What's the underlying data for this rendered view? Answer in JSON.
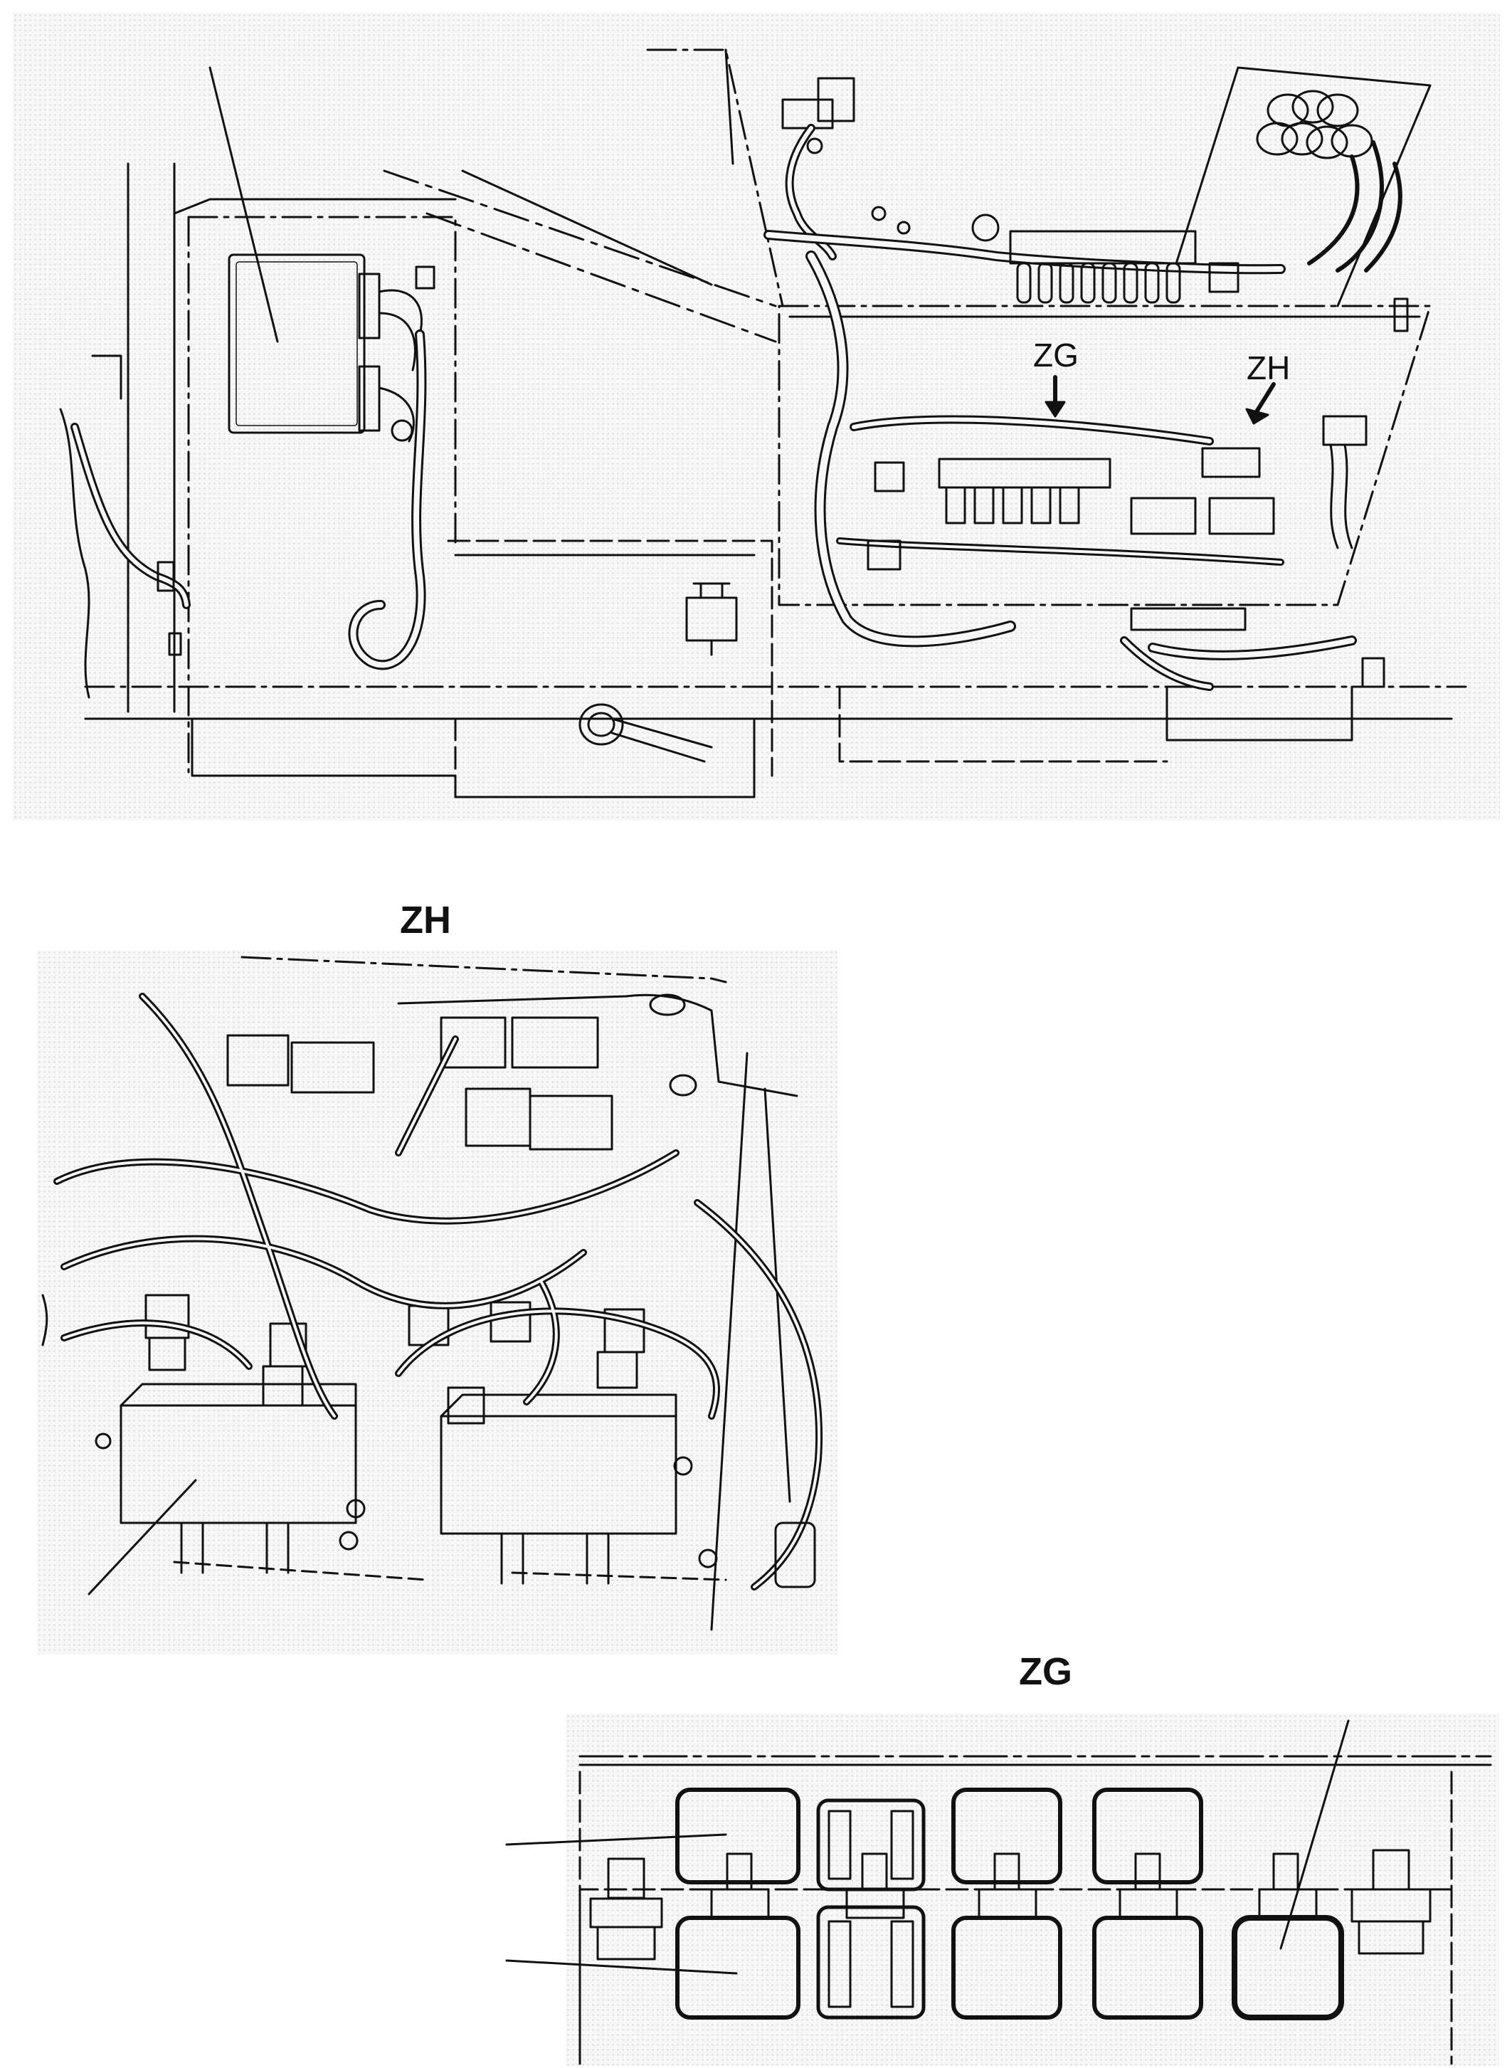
{
  "main_view": {
    "arrow_label_zg": "ZG",
    "arrow_label_zh": "ZH"
  },
  "detail_zh": {
    "title": "ZH"
  },
  "detail_zg": {
    "title": "ZG"
  },
  "colors": {
    "line": "#111111",
    "dot_background": "#f7f7f7"
  }
}
